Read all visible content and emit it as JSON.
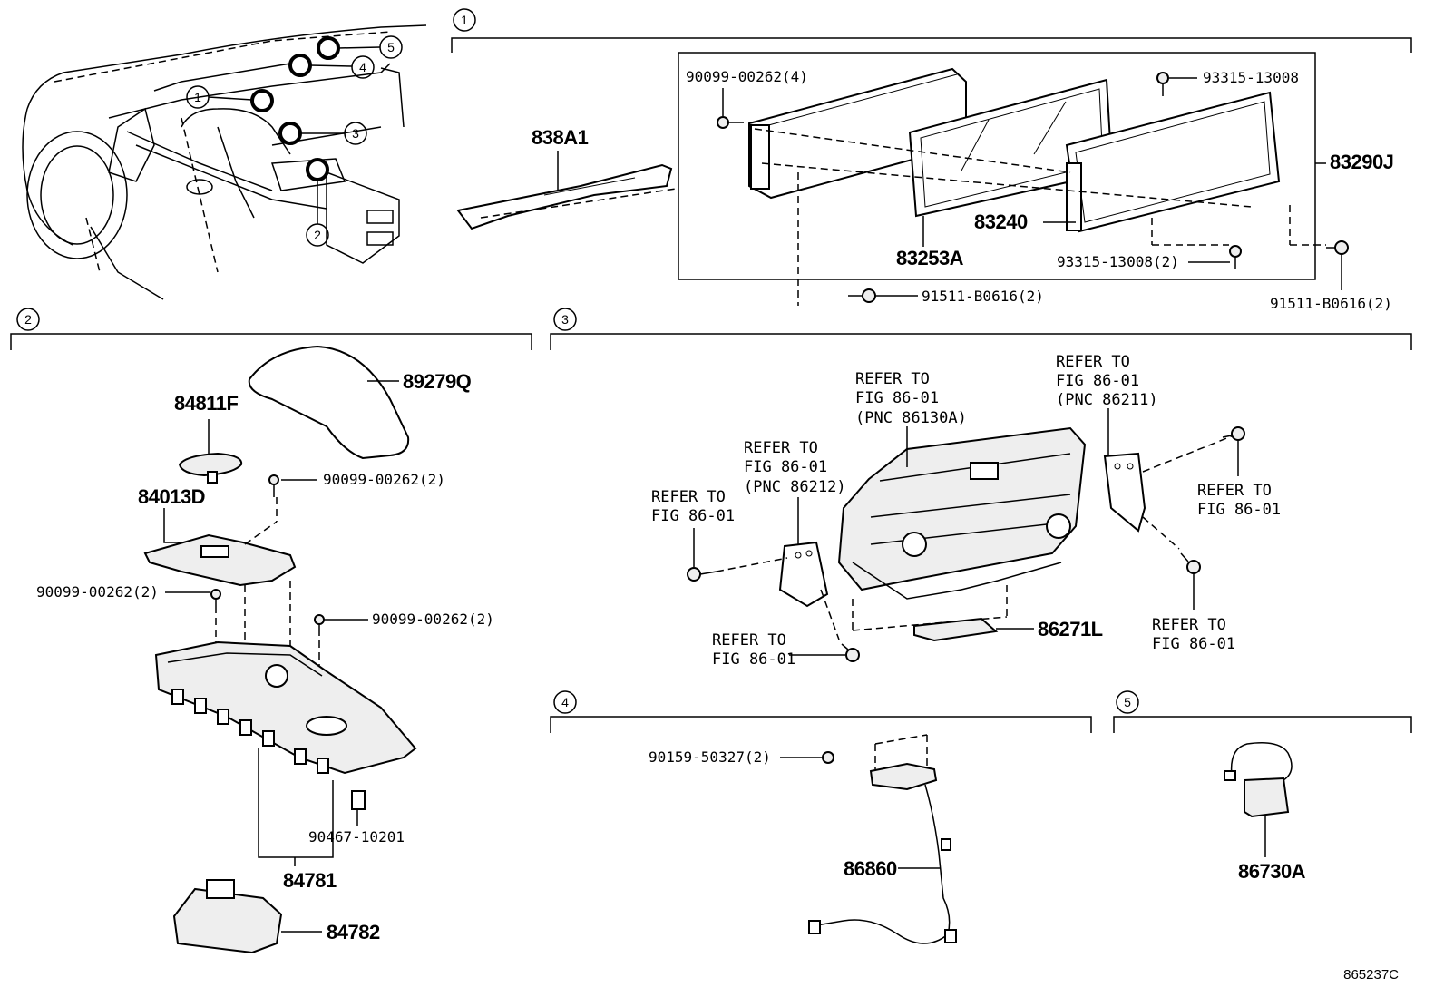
{
  "sections": [
    {
      "num": "1"
    },
    {
      "num": "2"
    },
    {
      "num": "3"
    },
    {
      "num": "4"
    },
    {
      "num": "5"
    }
  ],
  "overview": {
    "markers": [
      "1",
      "2",
      "3",
      "4",
      "5"
    ]
  },
  "s1": {
    "p838A1": "838A1",
    "p90099_4": "90099-00262(4)",
    "p93315_a": "93315-13008",
    "p83290J": "83290J",
    "p83240": "83240",
    "p83253A": "83253A",
    "p93315_b": "93315-13008(2)",
    "p91511_a": "91511-B0616(2)",
    "p91511_b": "91511-B0616(2)"
  },
  "s2": {
    "p89279Q": "89279Q",
    "p84811F": "84811F",
    "p90099_a": "90099-00262(2)",
    "p84013D": "84013D",
    "p90099_b": "90099-00262(2)",
    "p90099_c": "90099-00262(2)",
    "p90467": "90467-10201",
    "p84781": "84781",
    "p84782": "84782"
  },
  "s3": {
    "refer": "REFER TO",
    "fig": "FIG 86-01",
    "pnc_a": "(PNC 86130A)",
    "pnc_b": "(PNC 86211)",
    "pnc_c": "(PNC 86212)",
    "p86271L": "86271L"
  },
  "s4": {
    "p90159": "90159-50327(2)",
    "p86860": "86860"
  },
  "s5": {
    "p86730A": "86730A"
  },
  "figure_code": "865237C"
}
